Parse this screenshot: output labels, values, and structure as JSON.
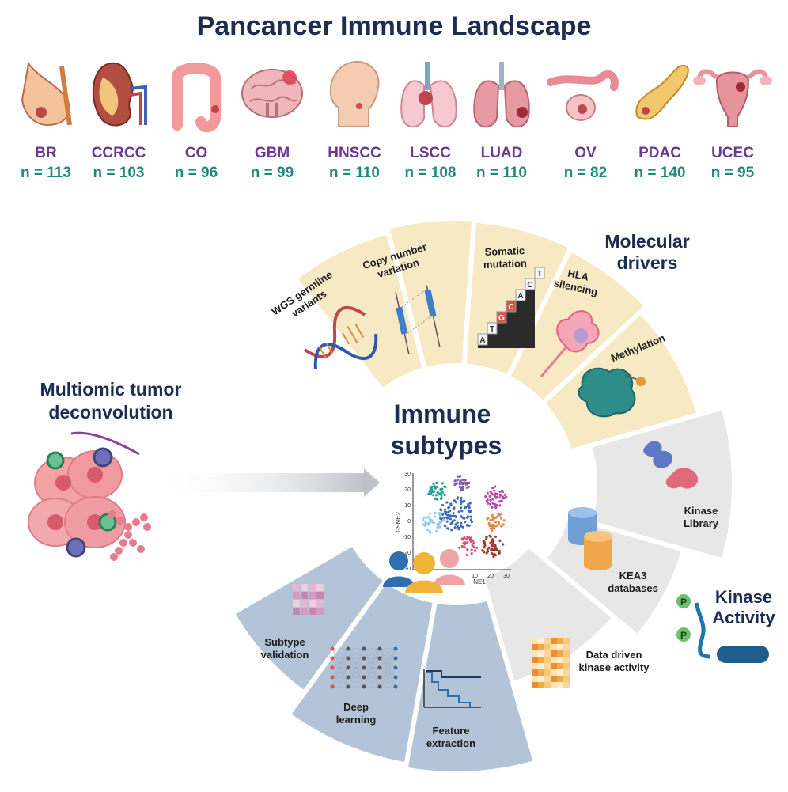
{
  "title": "Pancancer Immune Landscape",
  "cancers": [
    {
      "code": "BR",
      "n": "n = 113",
      "organ": "breast-icon"
    },
    {
      "code": "CCRCC",
      "n": "n = 103",
      "organ": "kidney-icon"
    },
    {
      "code": "CO",
      "n": "n = 96",
      "organ": "colon-icon"
    },
    {
      "code": "GBM",
      "n": "n = 99",
      "organ": "brain-icon"
    },
    {
      "code": "HNSCC",
      "n": "n = 110",
      "organ": "head-neck-icon"
    },
    {
      "code": "LSCC",
      "n": "n = 108",
      "organ": "lung-icon"
    },
    {
      "code": "LUAD",
      "n": "n = 110",
      "organ": "lung-icon"
    },
    {
      "code": "OV",
      "n": "n = 82",
      "organ": "ovary-icon"
    },
    {
      "code": "PDAC",
      "n": "n = 140",
      "organ": "pancreas-icon"
    },
    {
      "code": "UCEC",
      "n": "n = 95",
      "organ": "uterus-icon"
    }
  ],
  "molecular_drivers": {
    "label_line1": "Molecular",
    "label_line2": "drivers",
    "segments": [
      {
        "line1": "WGS germline",
        "line2": "variants",
        "icon": "dna-helix-icon"
      },
      {
        "line1": "Copy number",
        "line2": "variation",
        "icon": "chromosome-icon"
      },
      {
        "line1": "Somatic",
        "line2": "mutation",
        "icon": "mutation-blocks-icon"
      },
      {
        "line1": "HLA",
        "line2": "silencing",
        "icon": "rna-hairpin-icon"
      },
      {
        "line1": "Methylation",
        "line2": "",
        "icon": "methylated-protein-icon"
      }
    ],
    "block_letters": [
      "A",
      "T",
      "G",
      "C",
      "A",
      "C",
      "T"
    ]
  },
  "kinase": {
    "label_line1": "Kinase",
    "label_line2": "Activity",
    "phospho_label": "P",
    "segments": [
      {
        "line1": "Kinase",
        "line2": "Library",
        "icon": "kinase-structure-icon"
      },
      {
        "line1": "KEA3",
        "line2": "databases",
        "icon": "database-icon"
      },
      {
        "line1": "Data driven",
        "line2": "kinase activity",
        "icon": "heatmap-icon"
      }
    ]
  },
  "subtyping": {
    "segments": [
      {
        "line1": "Feature",
        "line2": "extraction",
        "icon": "histology-grid-icon"
      },
      {
        "line1": "Deep",
        "line2": "learning",
        "icon": "neural-network-icon"
      },
      {
        "line1": "Subtype",
        "line2": "validation",
        "icon": "survival-curve-icon"
      }
    ]
  },
  "deconvolution": {
    "line1": "Multiomic tumor",
    "line2": "deconvolution"
  },
  "center": {
    "line1": "Immune",
    "line2": "subtypes",
    "tsne": {
      "xlabel": "NE1",
      "ylabel": "t-SNE2",
      "yticks": [
        "30",
        "20",
        "10",
        "0",
        "-10",
        "-20",
        "-30"
      ],
      "xticks": [
        "10",
        "20",
        "30"
      ]
    }
  },
  "colors": {
    "title": "#1d2d52",
    "code": "#6a3a8c",
    "count": "#1f8a7a",
    "drivers_fill": "#f6e9c4",
    "kinase_fill": "#e7e7e7",
    "subtype_fill": "#b4c4d8"
  }
}
